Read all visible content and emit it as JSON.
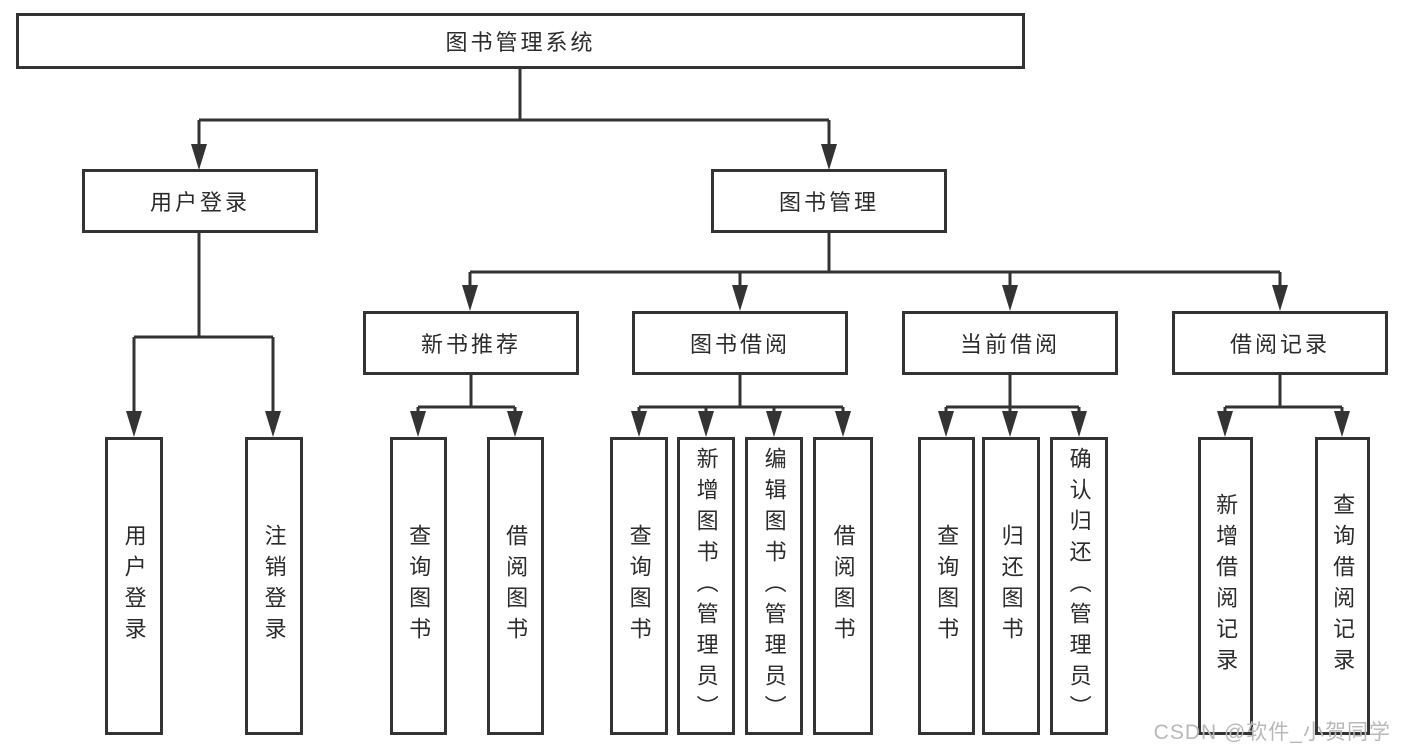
{
  "diagram": {
    "root": {
      "label": "图书管理系统"
    },
    "branches": [
      {
        "label": "用户登录",
        "children": [
          {
            "label": "用户登录"
          },
          {
            "label": "注销登录"
          }
        ]
      },
      {
        "label": "图书管理",
        "children": [
          {
            "label": "新书推荐",
            "children": [
              {
                "label": "查询图书"
              },
              {
                "label": "借阅图书"
              }
            ]
          },
          {
            "label": "图书借阅",
            "children": [
              {
                "label": "查询图书"
              },
              {
                "label": "新增图书（管理员）"
              },
              {
                "label": "编辑图书（管理员）"
              },
              {
                "label": "借阅图书"
              }
            ]
          },
          {
            "label": "当前借阅",
            "children": [
              {
                "label": "查询图书"
              },
              {
                "label": "归还图书"
              },
              {
                "label": "确认归还（管理员）"
              }
            ]
          },
          {
            "label": "借阅记录",
            "children": [
              {
                "label": "新增借阅记录"
              },
              {
                "label": "查询借阅记录"
              }
            ]
          }
        ]
      }
    ]
  },
  "watermark": {
    "text": "CSDN @软件_小贺同学"
  },
  "colors": {
    "line": "#333333",
    "text": "#2b2b2b",
    "watermark": "#b8b8b8",
    "background": "#ffffff"
  }
}
